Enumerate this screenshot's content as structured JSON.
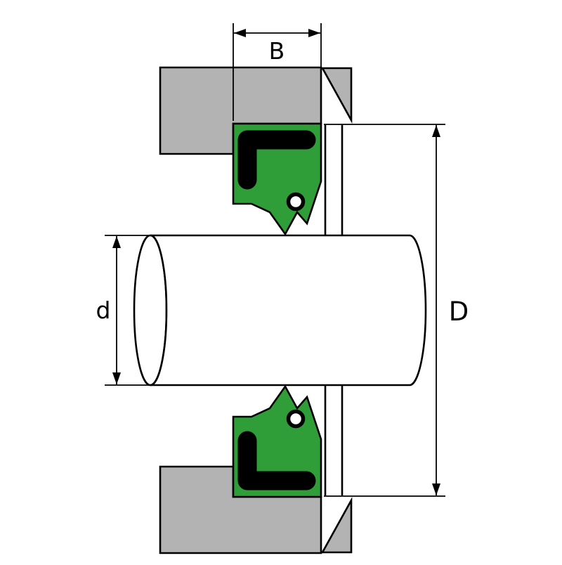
{
  "labels": {
    "seal_width": "B",
    "shaft_diameter": "d",
    "outside_diameter": "D"
  },
  "colors": {
    "housing": "#b3b3b3",
    "seal": "#2f9e38",
    "shaft": "#ffffff",
    "spring_bore": "#ffffff",
    "outline": "#000000",
    "background": "#ffffff"
  }
}
